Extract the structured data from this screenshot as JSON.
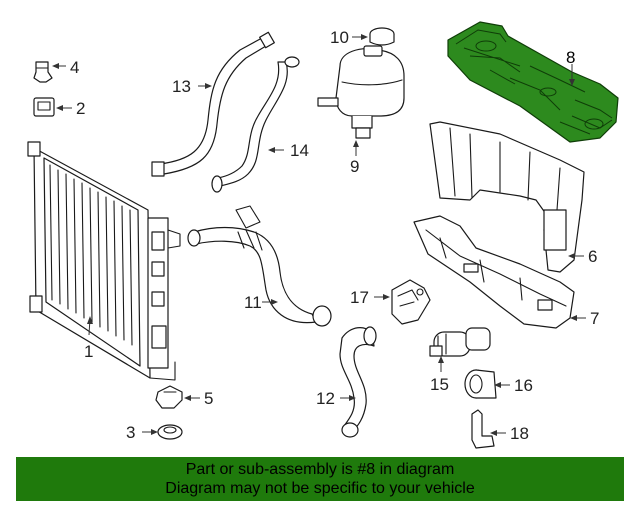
{
  "callouts": {
    "p1": "1",
    "p2": "2",
    "p3": "3",
    "p4": "4",
    "p5": "5",
    "p6": "6",
    "p7": "7",
    "p8": "8",
    "p9": "9",
    "p10": "10",
    "p11": "11",
    "p12": "12",
    "p13": "13",
    "p14": "14",
    "p15": "15",
    "p16": "16",
    "p17": "17",
    "p18": "18"
  },
  "highlight": {
    "part_number": "8",
    "color": "#2d8a1e"
  },
  "banner": {
    "line1": "Part or sub-assembly is #8 in diagram",
    "line2": "Diagram may not be specific to your vehicle",
    "color": "#1f7a0c"
  }
}
